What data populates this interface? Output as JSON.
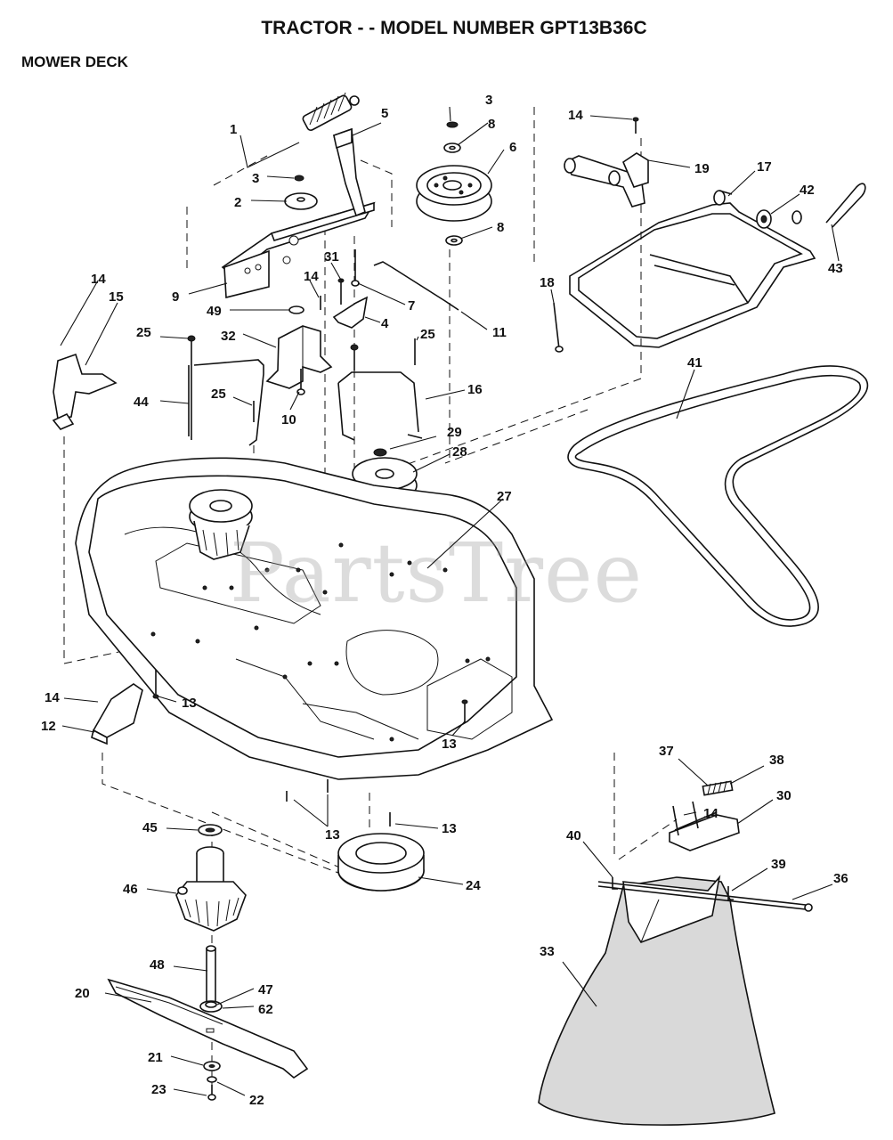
{
  "header": {
    "title": "TRACTOR  - - MODEL NUMBER GPT13B36C",
    "section": "MOWER DECK"
  },
  "watermark": "PartsTree",
  "callouts": [
    {
      "label": "1"
    },
    {
      "label": "2"
    },
    {
      "label": "3"
    },
    {
      "label": "3"
    },
    {
      "label": "4"
    },
    {
      "label": "5"
    },
    {
      "label": "6"
    },
    {
      "label": "7"
    },
    {
      "label": "8"
    },
    {
      "label": "8"
    },
    {
      "label": "9"
    },
    {
      "label": "10"
    },
    {
      "label": "11"
    },
    {
      "label": "12"
    },
    {
      "label": "13"
    },
    {
      "label": "13"
    },
    {
      "label": "13"
    },
    {
      "label": "13"
    },
    {
      "label": "14"
    },
    {
      "label": "14"
    },
    {
      "label": "14"
    },
    {
      "label": "14"
    },
    {
      "label": "14"
    },
    {
      "label": "15"
    },
    {
      "label": "16"
    },
    {
      "label": "17"
    },
    {
      "label": "18"
    },
    {
      "label": "19"
    },
    {
      "label": "20"
    },
    {
      "label": "21"
    },
    {
      "label": "22"
    },
    {
      "label": "23"
    },
    {
      "label": "24"
    },
    {
      "label": "25"
    },
    {
      "label": "25"
    },
    {
      "label": "25"
    },
    {
      "label": "27"
    },
    {
      "label": "28"
    },
    {
      "label": "29"
    },
    {
      "label": "30"
    },
    {
      "label": "31"
    },
    {
      "label": "32"
    },
    {
      "label": "33"
    },
    {
      "label": "36"
    },
    {
      "label": "37"
    },
    {
      "label": "38"
    },
    {
      "label": "39"
    },
    {
      "label": "40"
    },
    {
      "label": "41"
    },
    {
      "label": "42"
    },
    {
      "label": "43"
    },
    {
      "label": "44"
    },
    {
      "label": "45"
    },
    {
      "label": "46"
    },
    {
      "label": "47"
    },
    {
      "label": "48"
    },
    {
      "label": "49"
    },
    {
      "label": "62"
    }
  ]
}
